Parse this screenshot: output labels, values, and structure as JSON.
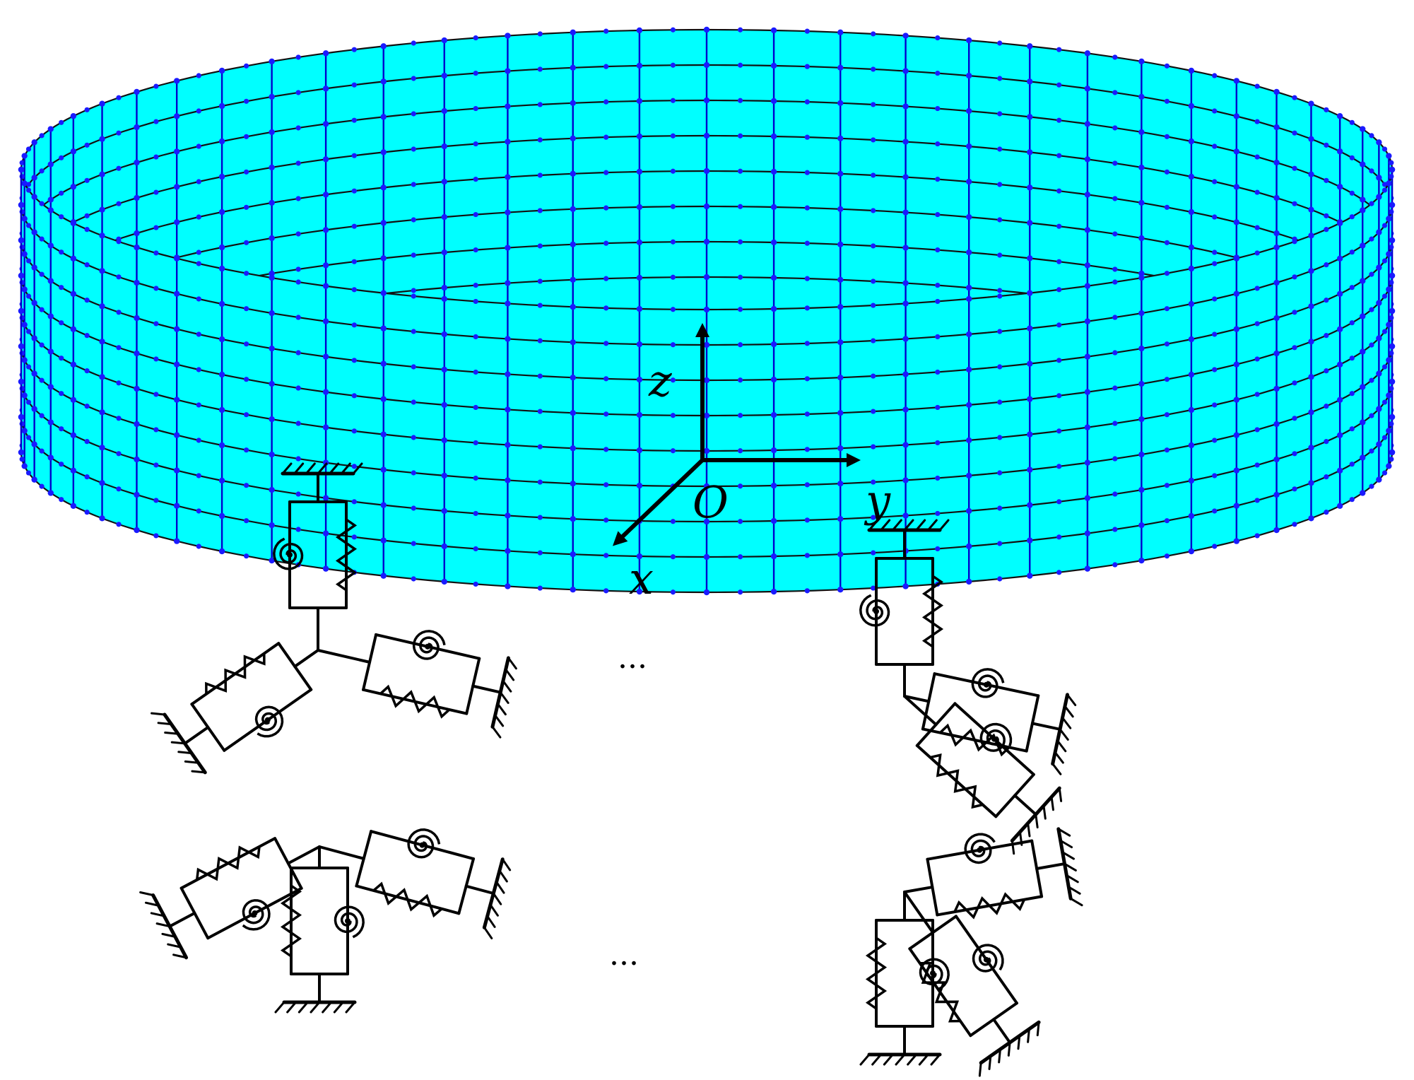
{
  "figure": {
    "shell_fill": "#00ffff",
    "mesh_line_color": "#0000cc",
    "node_color": "#1a1aff",
    "spring_color": "#000000",
    "axis_color": "#000000",
    "axes": {
      "origin_label": "O",
      "x_label": "x",
      "y_label": "y",
      "z_label": "z"
    },
    "ellipsis_top": "...",
    "ellipsis_bottom": "...",
    "mesh": {
      "circumferential_divisions": 64,
      "axial_lines": 9
    }
  }
}
